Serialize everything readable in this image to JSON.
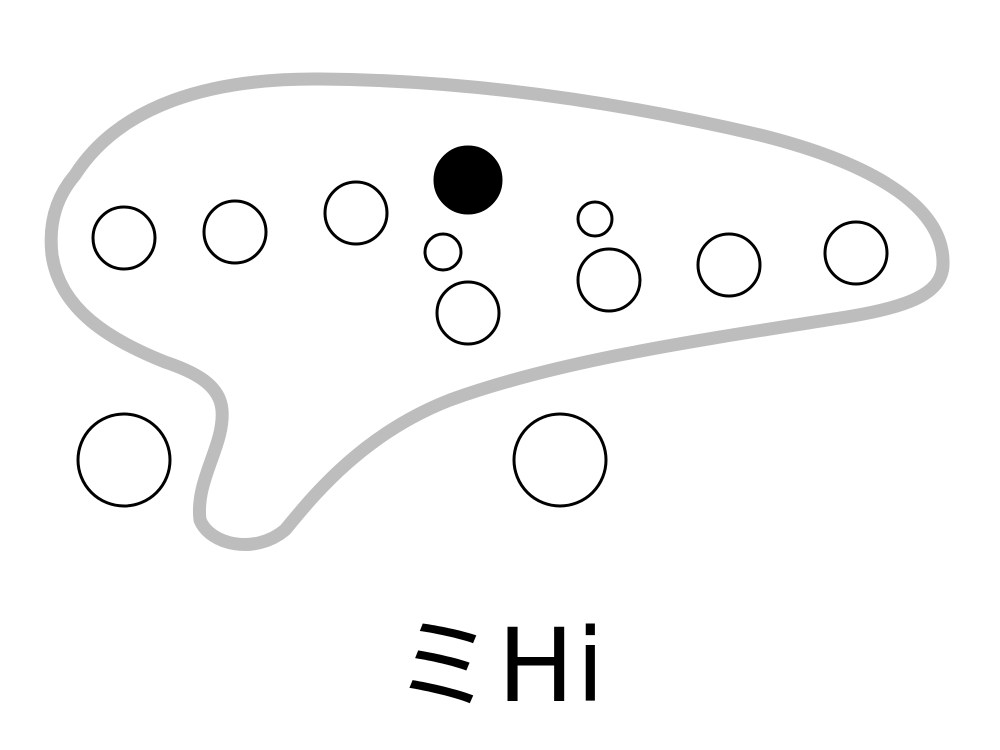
{
  "diagram": {
    "label": "ミHi",
    "colors": {
      "body_outline": "#bdbdbd",
      "hole_stroke": "#000000",
      "covered_fill": "#000000",
      "open_fill": "#ffffff"
    },
    "holes": [
      {
        "id": "left-1",
        "covered": false
      },
      {
        "id": "left-2",
        "covered": false
      },
      {
        "id": "left-3",
        "covered": false
      },
      {
        "id": "left-4",
        "covered": true
      },
      {
        "id": "left-sub-small",
        "covered": false
      },
      {
        "id": "left-sub-large",
        "covered": false
      },
      {
        "id": "right-sub-small",
        "covered": false
      },
      {
        "id": "right-1",
        "covered": false
      },
      {
        "id": "right-2",
        "covered": false
      },
      {
        "id": "right-3",
        "covered": false
      },
      {
        "id": "left-thumb",
        "covered": false
      },
      {
        "id": "right-thumb",
        "covered": false
      }
    ]
  }
}
